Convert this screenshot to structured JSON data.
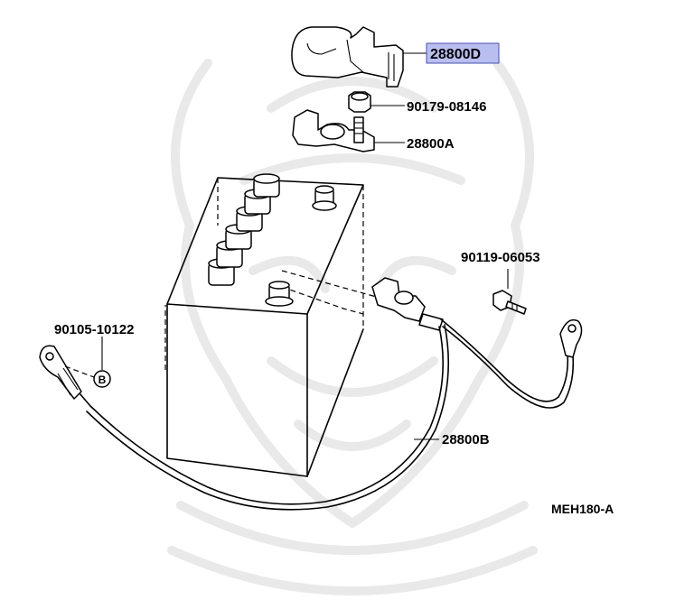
{
  "diagram": {
    "part_labels": {
      "terminal_cover": "28800D",
      "bolt_upper": "90179-08146",
      "clamp_terminal": "28800A",
      "bolt_right": "90119-06053",
      "bolt_left": "90105-10122",
      "cable": "28800B",
      "ref_marker": "B"
    },
    "drawing_code": "MEH180-A"
  },
  "colors": {
    "highlight_fill": "#b8bff0",
    "highlight_border": "#4050c0",
    "line": "#000000",
    "watermark": "#e9e9e9"
  }
}
